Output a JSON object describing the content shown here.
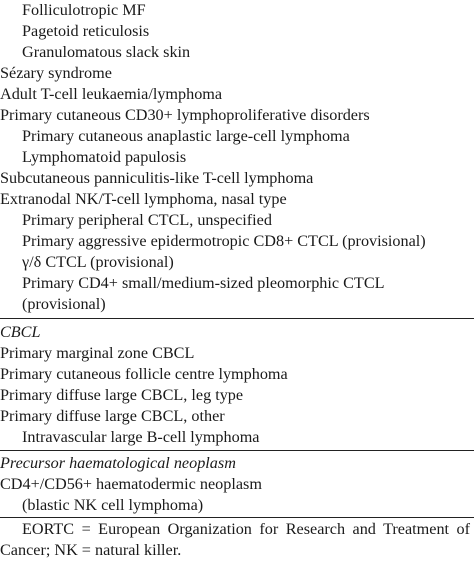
{
  "sections": [
    {
      "rows": [
        {
          "text": "Folliculotropic MF",
          "indent": 1
        },
        {
          "text": "Pagetoid reticulosis",
          "indent": 1
        },
        {
          "text": "Granulomatous slack skin",
          "indent": 1
        },
        {
          "text": "Sézary syndrome",
          "indent": 0
        },
        {
          "text": "Adult T-cell leukaemia/lymphoma",
          "indent": 0
        },
        {
          "text": "Primary cutaneous CD30+ lymphoproliferative disorders",
          "indent": 0
        },
        {
          "text": "Primary cutaneous anaplastic large-cell lymphoma",
          "indent": 1
        },
        {
          "text": "Lymphomatoid papulosis",
          "indent": 1
        },
        {
          "text": "Subcutaneous panniculitis-like T-cell lymphoma",
          "indent": 0
        },
        {
          "text": "Extranodal NK/T-cell lymphoma, nasal type",
          "indent": 0
        },
        {
          "text": "Primary peripheral CTCL, unspecified",
          "indent": 1
        },
        {
          "text": "Primary aggressive epidermotropic CD8+ CTCL (provisional)",
          "indent": 1
        },
        {
          "text": "γ/δ CTCL (provisional)",
          "indent": 1
        },
        {
          "text": "Primary CD4+ small/medium-sized pleomorphic CTCL",
          "indent": 1
        },
        {
          "text": "(provisional)",
          "indent": 1
        }
      ]
    },
    {
      "heading": "CBCL",
      "rows": [
        {
          "text": "Primary marginal zone CBCL",
          "indent": 0
        },
        {
          "text": "Primary cutaneous follicle centre lymphoma",
          "indent": 0
        },
        {
          "text": "Primary diffuse large CBCL, leg type",
          "indent": 0
        },
        {
          "text": "Primary diffuse large CBCL, other",
          "indent": 0
        },
        {
          "text": "Intravascular large B-cell lymphoma",
          "indent": 1
        }
      ]
    },
    {
      "heading": "Precursor haematological neoplasm",
      "rows": [
        {
          "text": "CD4+/CD56+ haematodermic neoplasm",
          "indent": 0
        },
        {
          "text": "(blastic NK cell lymphoma)",
          "indent": 1
        }
      ]
    }
  ],
  "footnote": "EORTC = European Organization for Research and Treatment of Cancer; NK = natural killer."
}
